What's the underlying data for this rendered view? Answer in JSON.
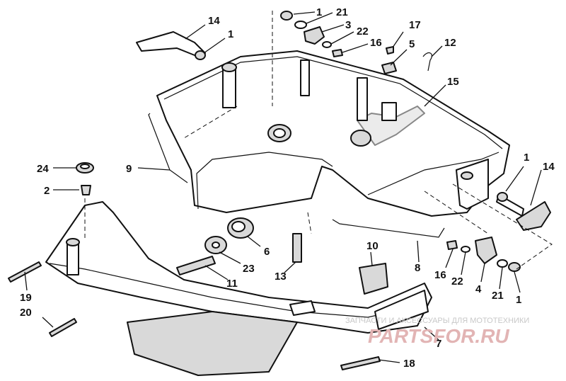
{
  "callouts": [
    {
      "id": "c1a",
      "text": "1"
    },
    {
      "id": "c21a",
      "text": "21"
    },
    {
      "id": "c3",
      "text": "3"
    },
    {
      "id": "c22a",
      "text": "22"
    },
    {
      "id": "c16a",
      "text": "16"
    },
    {
      "id": "c17",
      "text": "17"
    },
    {
      "id": "c5",
      "text": "5"
    },
    {
      "id": "c12",
      "text": "12"
    },
    {
      "id": "c14a",
      "text": "14"
    },
    {
      "id": "c1b",
      "text": "1"
    },
    {
      "id": "c15",
      "text": "15"
    },
    {
      "id": "c9",
      "text": "9"
    },
    {
      "id": "c24",
      "text": "24"
    },
    {
      "id": "c2",
      "text": "2"
    },
    {
      "id": "c1c",
      "text": "1"
    },
    {
      "id": "c14b",
      "text": "14"
    },
    {
      "id": "c6",
      "text": "6"
    },
    {
      "id": "c23",
      "text": "23"
    },
    {
      "id": "c11",
      "text": "11"
    },
    {
      "id": "c13",
      "text": "13"
    },
    {
      "id": "c10",
      "text": "10"
    },
    {
      "id": "c8",
      "text": "8"
    },
    {
      "id": "c16b",
      "text": "16"
    },
    {
      "id": "c22b",
      "text": "22"
    },
    {
      "id": "c4",
      "text": "4"
    },
    {
      "id": "c21b",
      "text": "21"
    },
    {
      "id": "c1d",
      "text": "1"
    },
    {
      "id": "c19",
      "text": "19"
    },
    {
      "id": "c20",
      "text": "20"
    },
    {
      "id": "c7",
      "text": "7"
    },
    {
      "id": "c18",
      "text": "18"
    }
  ],
  "watermark": {
    "tagline": "ЗАПЧАСТИ И АКСЕССУАРЫ ДЛЯ МОТОТЕХНИКИ",
    "brand": "PARTSFOR.RU"
  }
}
